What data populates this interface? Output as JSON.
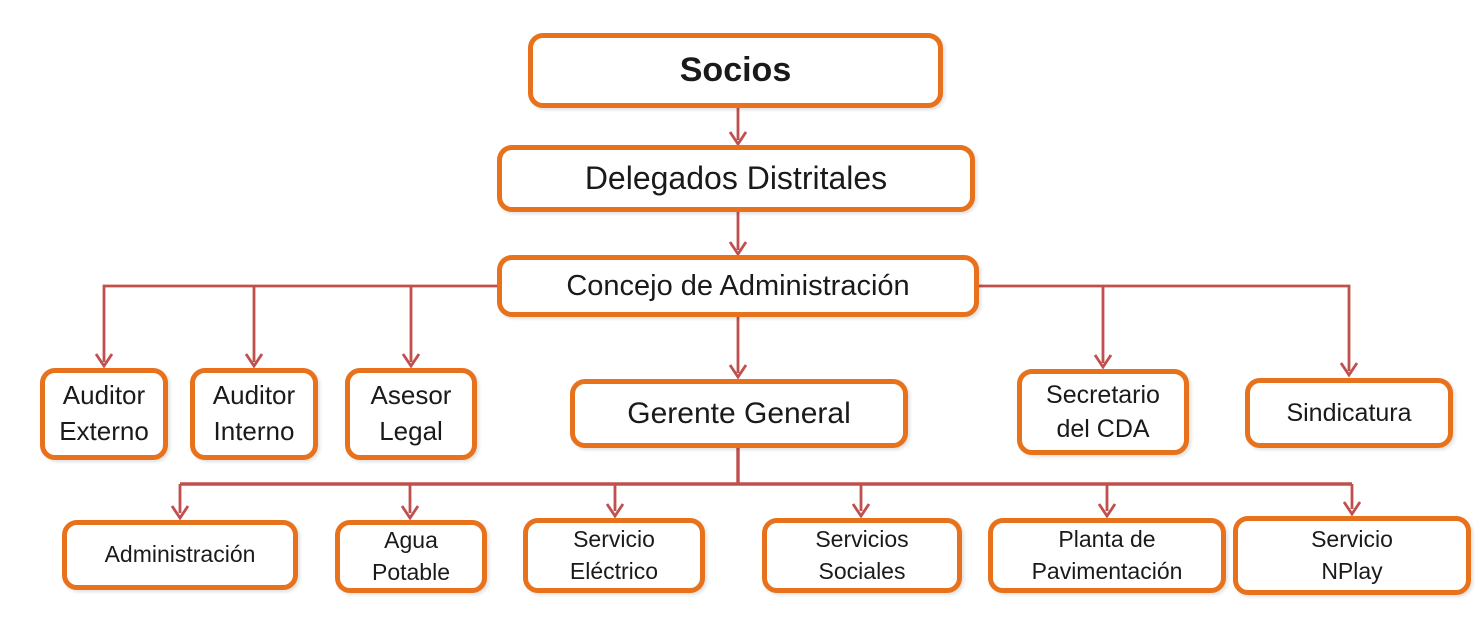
{
  "colors": {
    "box_border": "#E8721C",
    "box_fill": "#FFFFFF",
    "box_text": "#1A1A1A",
    "connector": "#C0504D",
    "canvas_bg": "#FFFFFF"
  },
  "org_chart": {
    "type": "org-chart",
    "nodes": [
      {
        "id": "socios",
        "label": "Socios"
      },
      {
        "id": "delegados",
        "label": "Delegados Distritales"
      },
      {
        "id": "concejo",
        "label": "Concejo de Administración"
      },
      {
        "id": "auditor-externo",
        "label": "Auditor Externo"
      },
      {
        "id": "auditor-interno",
        "label": "Auditor Interno"
      },
      {
        "id": "asesor-legal",
        "label": "Asesor Legal"
      },
      {
        "id": "gerente-general",
        "label": "Gerente General"
      },
      {
        "id": "secretario-cda",
        "label": "Secretario del CDA"
      },
      {
        "id": "sindicatura",
        "label": "Sindicatura"
      },
      {
        "id": "administracion",
        "label": "Administración"
      },
      {
        "id": "agua-potable",
        "label": "Agua Potable"
      },
      {
        "id": "servicio-electrico",
        "label": "Servicio Eléctrico"
      },
      {
        "id": "servicios-sociales",
        "label": "Servicios Sociales"
      },
      {
        "id": "planta-pavimentacion",
        "label": "Planta de Pavimentación"
      },
      {
        "id": "servicio-nplay",
        "label": "Servicio NPlay"
      }
    ],
    "edges": [
      {
        "from": "Socios",
        "to": "Delegados Distritales"
      },
      {
        "from": "Delegados Distritales",
        "to": "Concejo de Administración"
      },
      {
        "from": "Concejo de Administración",
        "to": "Auditor Externo"
      },
      {
        "from": "Concejo de Administración",
        "to": "Auditor Interno"
      },
      {
        "from": "Concejo de Administración",
        "to": "Asesor Legal"
      },
      {
        "from": "Concejo de Administración",
        "to": "Gerente General"
      },
      {
        "from": "Concejo de Administración",
        "to": "Secretario del CDA"
      },
      {
        "from": "Concejo de Administración",
        "to": "Sindicatura"
      },
      {
        "from": "Gerente General",
        "to": "Administración"
      },
      {
        "from": "Gerente General",
        "to": "Agua Potable"
      },
      {
        "from": "Gerente General",
        "to": "Servicio Eléctrico"
      },
      {
        "from": "Gerente General",
        "to": "Servicios Sociales"
      },
      {
        "from": "Gerente General",
        "to": "Planta de Pavimentación"
      },
      {
        "from": "Gerente General",
        "to": "Servicio NPlay"
      }
    ]
  }
}
